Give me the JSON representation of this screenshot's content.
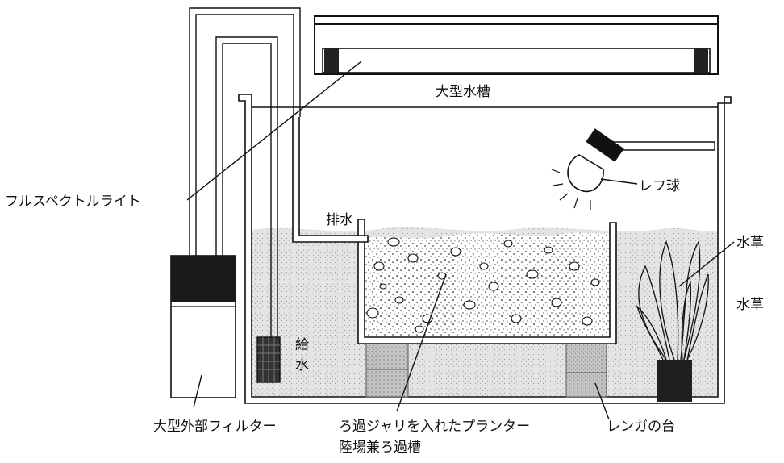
{
  "labels": {
    "tank": "大型水槽",
    "light": "フルスペクトルライト",
    "bulb": "レフ球",
    "drain": "排水",
    "supply_1": "給",
    "supply_2": "水",
    "plants_upper": "水草",
    "plants_lower": "水草",
    "filter": "大型外部フィルター",
    "planter_1": "ろ過ジャリを入れたプランター",
    "planter_2": "陸場兼ろ過槽",
    "bricks": "レンガの台"
  },
  "colors": {
    "ink": "#111111",
    "water": "#d9d9d9",
    "brick": "#bfbfbf",
    "filter_top": "#1a1a1a"
  }
}
